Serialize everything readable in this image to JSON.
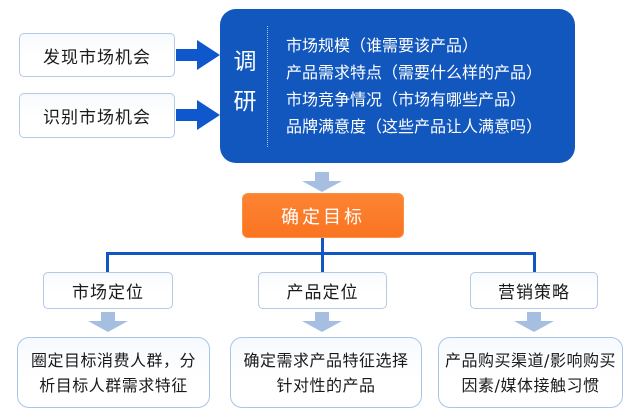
{
  "colors": {
    "primary_blue": "#1157bd",
    "arrow_blue": "#0e57cd",
    "light_arrow": "#a6bfe0",
    "accent_orange": "#fb7b28",
    "connector_blue": "#1057c4",
    "node_border": "#b3c9e4"
  },
  "flow": {
    "left_boxes": [
      {
        "label": "发现市场机会"
      },
      {
        "label": "识别市场机会"
      }
    ],
    "research": {
      "title": "调研",
      "items": [
        "市场规模（谁需要该产品）",
        "产品需求特点（需要什么样的产品）",
        "市场竞争情况（市场有哪些产品）",
        "品牌满意度（这些产品让人满意吗）"
      ]
    },
    "goal_label": "确定目标",
    "branches": [
      {
        "label": "市场定位",
        "detail_lines": [
          "圈定目标消费人群，分",
          "析目标人群需求特征"
        ]
      },
      {
        "label": "产品定位",
        "detail_lines": [
          "确定需求产品特征选择",
          "针对性的产品"
        ]
      },
      {
        "label": "营销策略",
        "detail_lines": [
          "产品购买渠道/影响购买",
          "因素/媒体接触习惯"
        ]
      }
    ]
  }
}
